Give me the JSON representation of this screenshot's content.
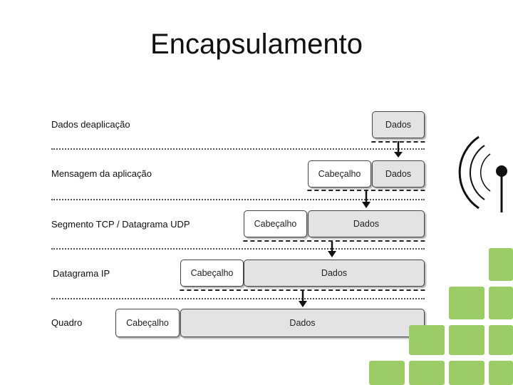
{
  "title": "Encapsulamento",
  "layers": [
    {
      "label": "Dados deaplicação",
      "header": "",
      "data": "Dados"
    },
    {
      "label": "Mensagem da aplicação",
      "header": "Cabeçalho",
      "data": "Dados"
    },
    {
      "label": "Segmento TCP / Datagrama UDP",
      "header": "Cabeçalho",
      "data": "Dados"
    },
    {
      "label": "Datagrama IP",
      "header": "Cabeçalho",
      "data": "Dados"
    },
    {
      "label": "Quadro",
      "header": "Cabeçalho",
      "data": "Dados"
    }
  ],
  "colors": {
    "data_fill": "#e3e3e6",
    "green_tiles": "#9ccc65",
    "dark": "#111111"
  }
}
